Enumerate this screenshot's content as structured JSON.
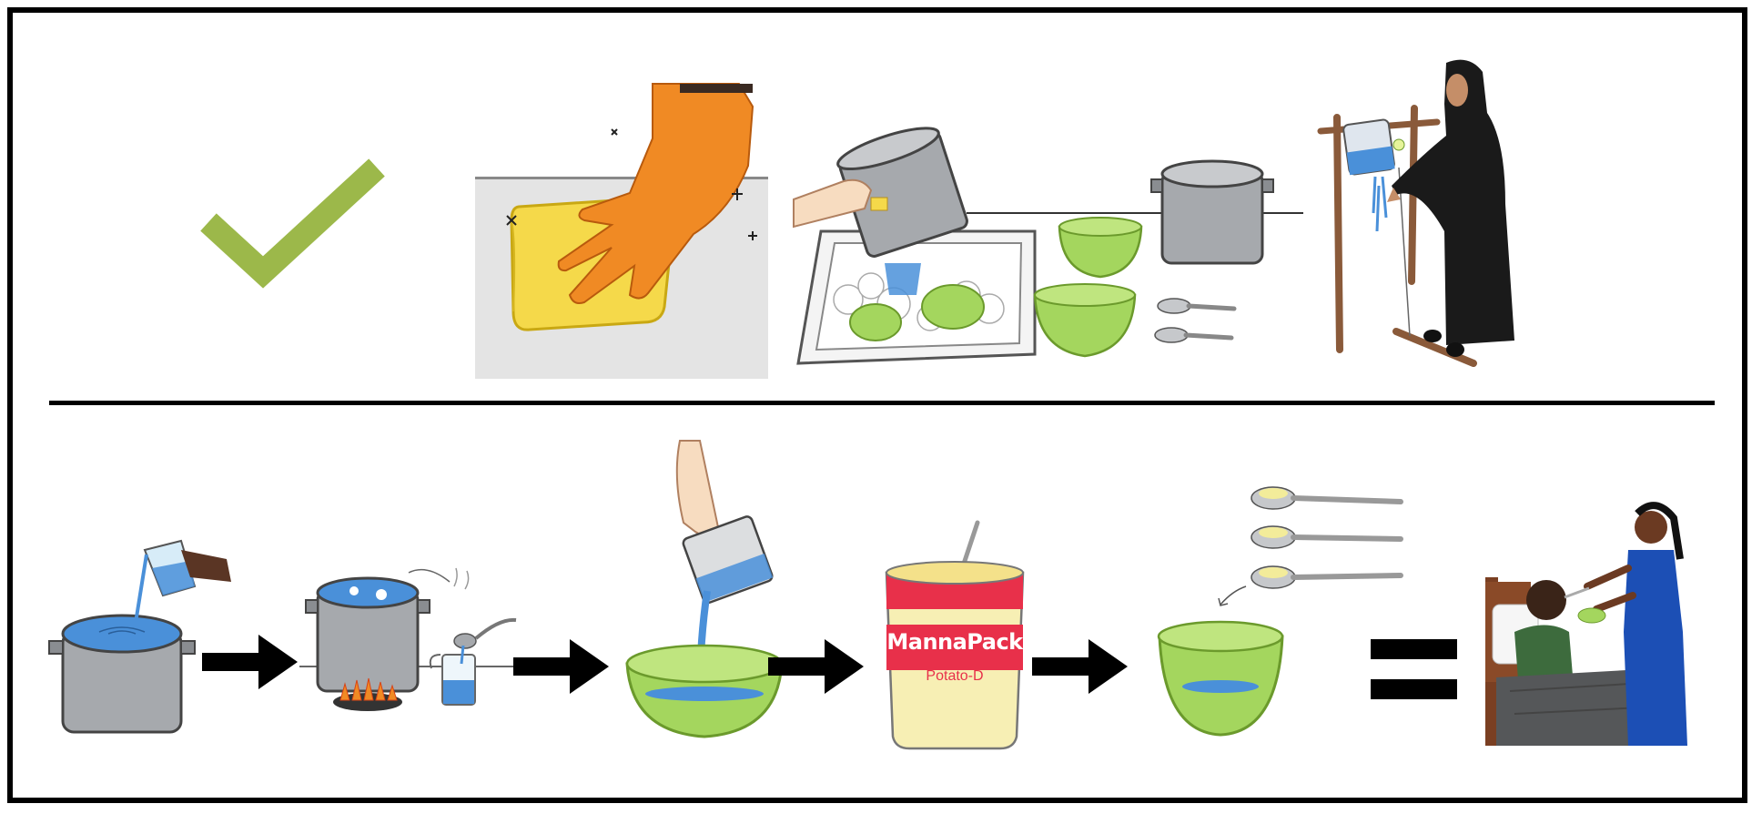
{
  "colors": {
    "check": "#9cb84a",
    "bowl_green": "#a4d65e",
    "water_blue": "#4a90d9",
    "pot_grey": "#9a9da1",
    "sponge_yellow": "#f5d94a",
    "glove_orange": "#f08a24",
    "arrow": "#000000",
    "pack_red": "#e8304a",
    "pack_cream": "#f7efb4",
    "dress_blue": "#1c4fb5",
    "abaya_black": "#1a1a1a",
    "wood_brown": "#8a5a3a"
  },
  "package": {
    "brand": "MannaPack",
    "flavor": "Potato-D"
  },
  "icons": {
    "top_row": [
      "check-mark-icon",
      "clean-surface-illustration",
      "wash-dishes-illustration",
      "tippy-tap-handwash-illustration"
    ],
    "bottom_row": [
      "pour-water-into-pot-illustration",
      "boil-water-illustration",
      "pour-water-into-bowl-illustration",
      "mannapack-package-illustration",
      "add-three-scoops-illustration",
      "feed-patient-illustration"
    ],
    "operators": [
      "arrow-right-icon",
      "arrow-right-icon",
      "arrow-right-icon",
      "arrow-right-icon",
      "equals-icon"
    ]
  }
}
